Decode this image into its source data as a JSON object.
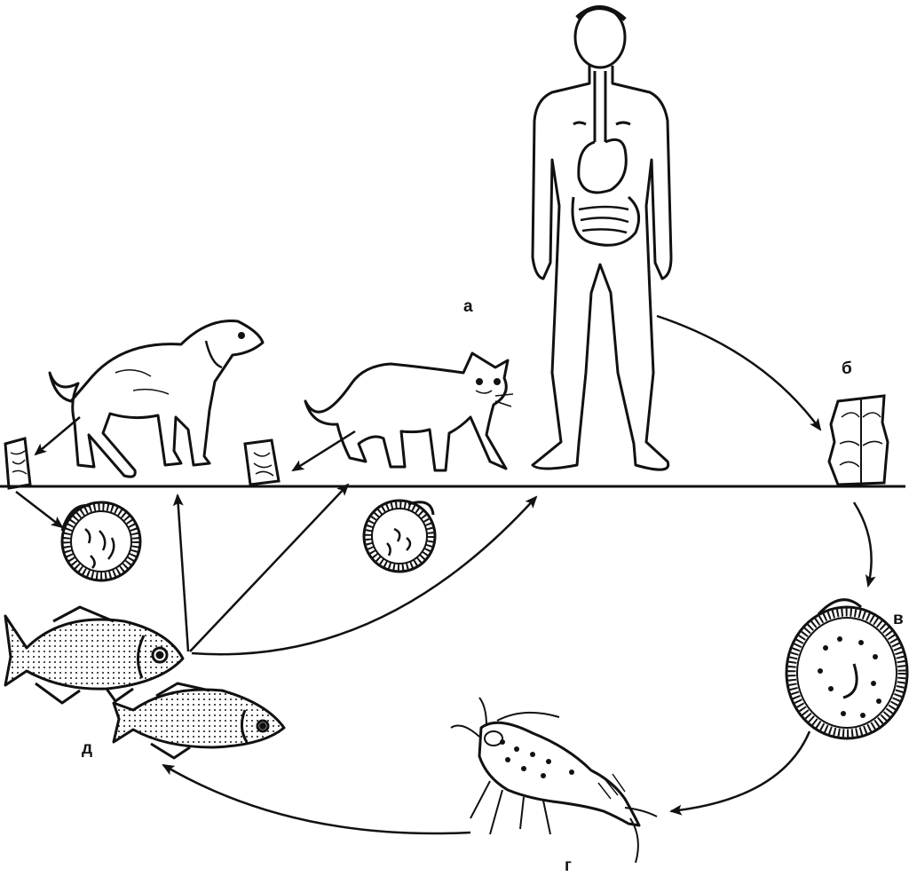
{
  "labels": {
    "a": "а",
    "b": "б",
    "v": "в",
    "g": "г",
    "d": "д"
  },
  "colors": {
    "ink": "#111111",
    "background": "#ffffff"
  },
  "icons": [
    "human-figure",
    "dog",
    "cat",
    "fish",
    "copepod",
    "tapeworm-segment",
    "egg",
    "procercoid-larva"
  ]
}
